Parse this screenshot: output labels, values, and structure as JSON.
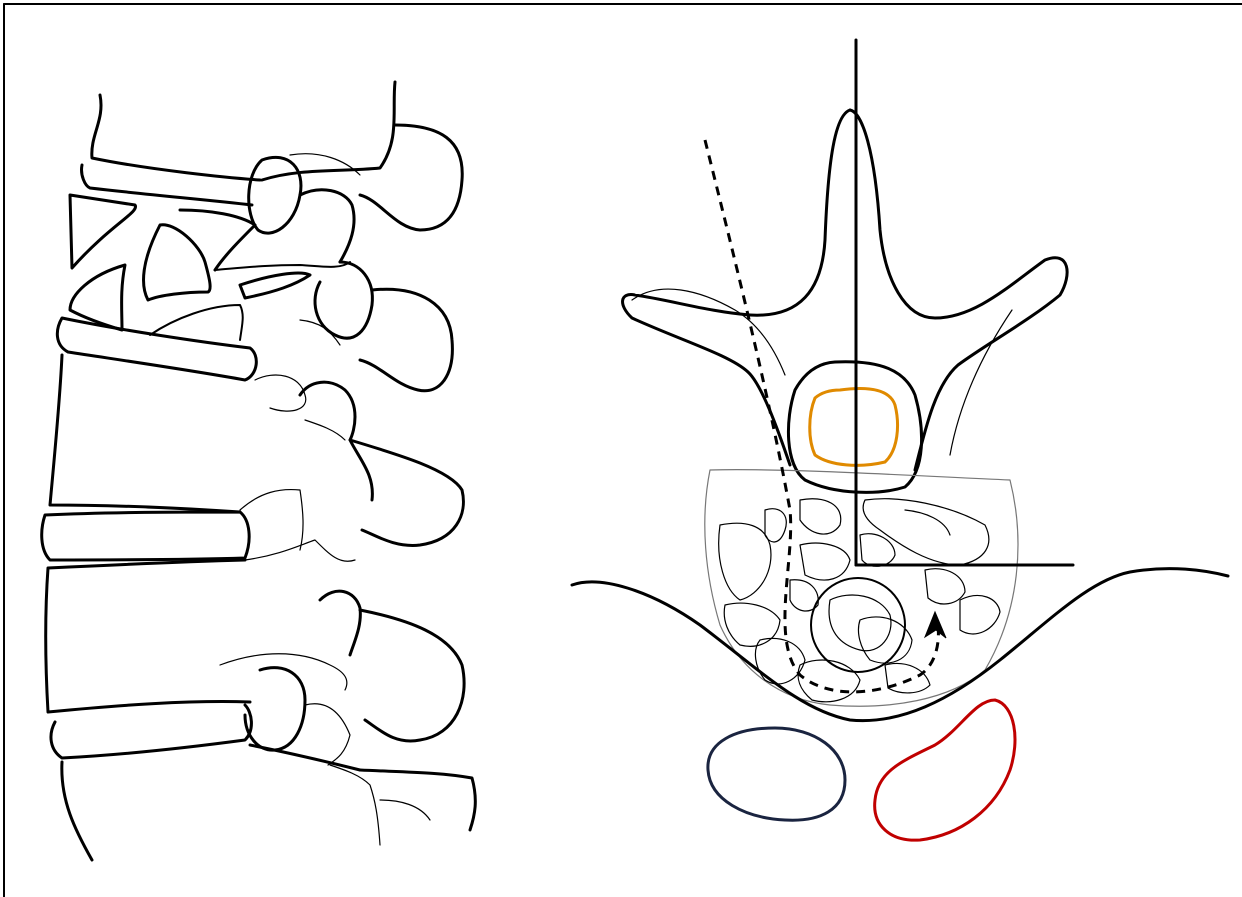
{
  "figure": {
    "left_panel": {
      "view": "lateral",
      "vertebra_count": 4
    },
    "right_panel": {
      "view": "axial"
    },
    "colors": {
      "line": "#000000",
      "frame": "#000000",
      "canal_contents": "#e08a00",
      "vessel_left": "#1a2440",
      "vessel_right": "#c00000"
    }
  }
}
